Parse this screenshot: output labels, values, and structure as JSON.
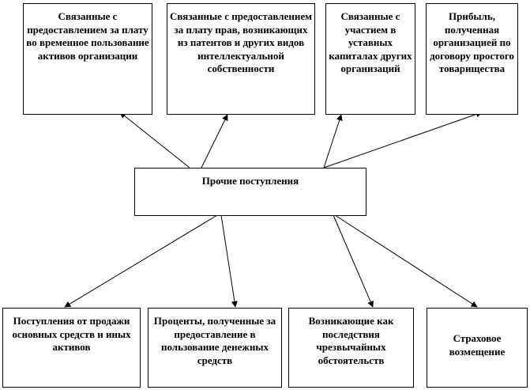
{
  "center": "Прочие поступления",
  "top": [
    "Связанные с предоставлением за плату во временное пользование активов организации",
    "Связанные с предоставлением за плату прав, возникающих из патентов и других видов интеллектуальной собственности",
    "Связанные с участием в уставных капиталах других организаций",
    "Прибыль, полученная организацией по договору простого товарищества"
  ],
  "bottom": [
    "Поступления от продажи основных средств и иных активов",
    "Проценты, полученные за предоставление в пользование денежных средств",
    "Возникающие как последствия чрезвычайных обстоятельств",
    "Страховое возмещение"
  ]
}
